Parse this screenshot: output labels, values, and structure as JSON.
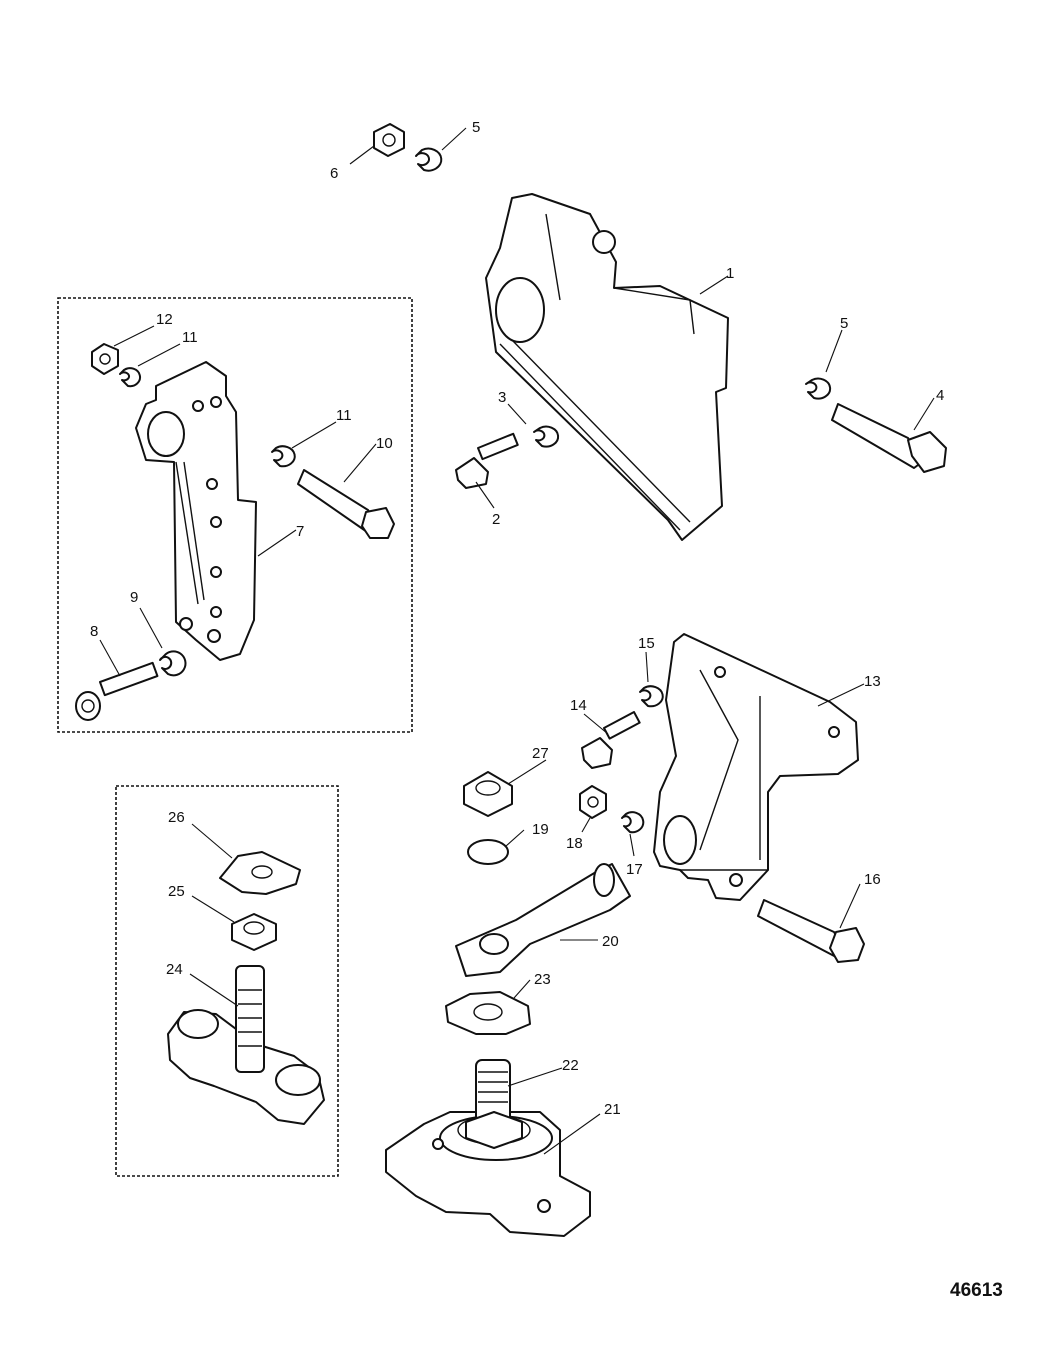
{
  "figure_number": "46613",
  "callouts": [
    "1",
    "2",
    "3",
    "4",
    "5",
    "5",
    "6",
    "7",
    "8",
    "9",
    "10",
    "11",
    "11",
    "12",
    "13",
    "14",
    "15",
    "16",
    "17",
    "18",
    "19",
    "20",
    "21",
    "22",
    "23",
    "24",
    "25",
    "26",
    "27"
  ]
}
